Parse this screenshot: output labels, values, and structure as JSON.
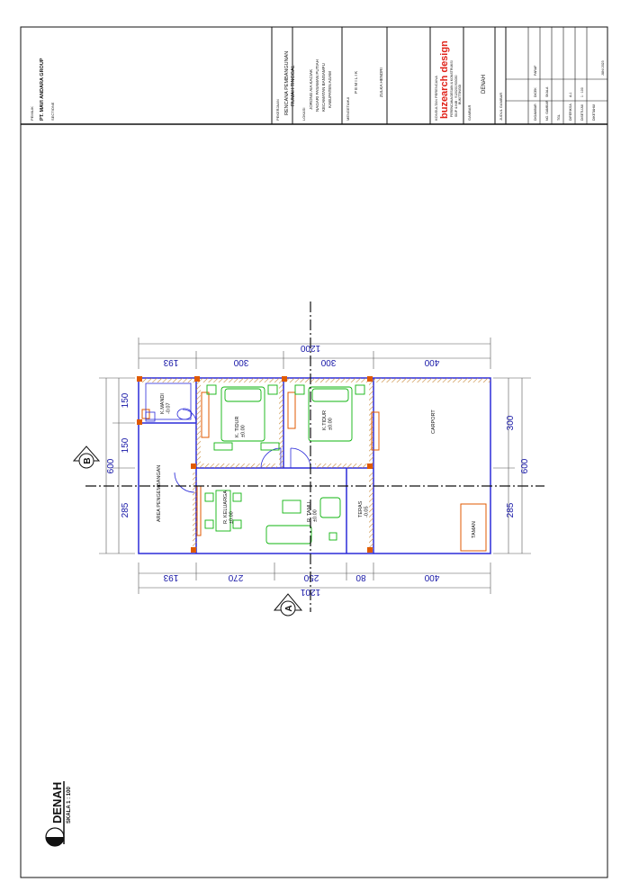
{
  "title_block": {
    "owner_label": "PEMILIK",
    "company": "PT. MAVI ANDARA GROUP",
    "signature_label": "SECTIONE",
    "project_label": "PEKERJAAN",
    "project_line1": "RENCANA PEMBANGUNAN",
    "project_line2": "RUMAH TINGGAL",
    "location_label": "LOKASI",
    "location_lines": [
      "JORONG AIA KACIAK",
      "NAGARI PASAMAN PUTIAH",
      "KECAMATAN BANSAMPU",
      "KABUPATEN AGAM"
    ],
    "approval_label": "MENGETAHUI",
    "pemilik_title": "P E M I L I K",
    "pemilik_name": "ZULKA HENDRI",
    "consultant_label": "KONSULTAN PERENCANA",
    "consultant_brand": "buzearch design",
    "consultant_lines": [
      "PERENCANA DESAIN & KONSTRUKSI",
      "SIUP & NIB : 9120201903030",
      "BUKITTINGGI"
    ],
    "drawing_label": "GAMBAR",
    "drawing_title": "DENAH",
    "sheet_label": "JUDUL GAMBAR",
    "table_cells": [
      "DIGAMBAR",
      "DICEK",
      "PARAF",
      "NO. GAMBAR",
      "SKALA",
      "TGL",
      "DIPERIKSA",
      "DISETUJUI",
      "DIKETAHUI",
      "A-1",
      "1 : 100",
      "JUNI 2023"
    ]
  },
  "plan": {
    "dims_top": [
      "193",
      "300",
      "300",
      "400"
    ],
    "dims_top_total": "1200",
    "dims_bottom": [
      "193",
      "270",
      "250",
      "80",
      "400"
    ],
    "dims_bottom_total": "1201",
    "dims_left": [
      "150",
      "150",
      "285"
    ],
    "dims_left_total": "600",
    "dims_right": [
      "300",
      "285"
    ],
    "dims_right_total": "600",
    "rooms": {
      "kamar_mandi": "K.MANDI\n-0.07",
      "kt_utama": "K. TIDUR\n±0.00",
      "kt_anak": "K.TIDUR\n±0.00",
      "ruang_keluarga": "R. KELUARGA\n±0.00",
      "ruang_tamu": "R. TAMU\n±0.00",
      "teras": "TERAS\n-0.05",
      "carport": "CARPORT",
      "taman": "TAMAN",
      "area_pengembangan": "AREA PENGEMBANGAN"
    },
    "section_a": "A",
    "section_b": "B"
  },
  "drawing_caption": {
    "title": "DENAH",
    "scale": "SKALA 1 : 100"
  },
  "colors": {
    "wall": "#2b2bd9",
    "dim_text": "#1515a6",
    "furniture": "#0fb40f",
    "door": "#e05a00",
    "brand": "#e0241b",
    "ink": "#111111"
  }
}
